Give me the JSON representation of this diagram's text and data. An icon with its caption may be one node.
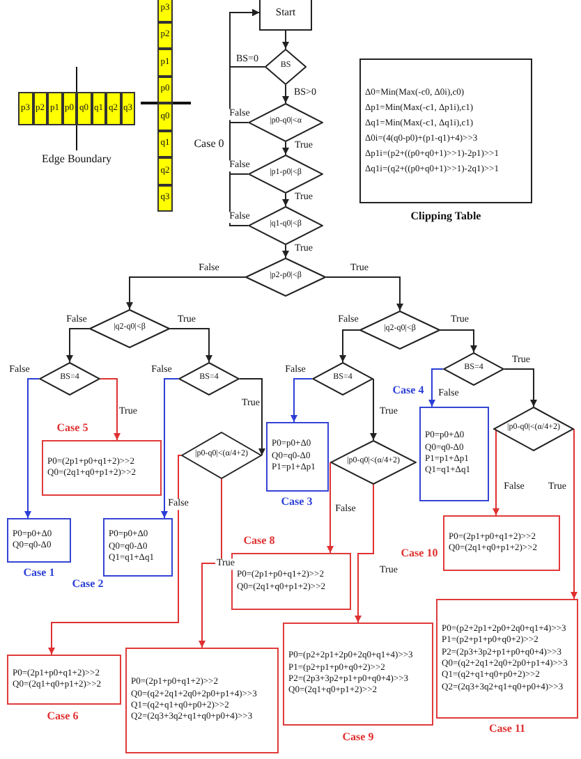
{
  "diagram": {
    "nodes": [
      {
        "text": [
          "p3"
        ]
      },
      {
        "text": [
          "p2"
        ]
      },
      {
        "text": [
          "p1"
        ]
      },
      {
        "text": [
          "p0"
        ]
      },
      {
        "text": [
          "q0"
        ]
      },
      {
        "text": [
          "q1"
        ]
      },
      {
        "text": [
          "q2"
        ]
      },
      {
        "text": [
          "q3"
        ]
      },
      {
        "text": [
          "p3"
        ]
      },
      {
        "text": [
          "p2"
        ]
      },
      {
        "text": [
          "p1"
        ]
      },
      {
        "text": [
          "p0"
        ]
      },
      {
        "text": [
          "q0"
        ]
      },
      {
        "text": [
          "q1"
        ]
      },
      {
        "text": [
          "q2"
        ]
      },
      {
        "text": [
          "q3"
        ]
      },
      {
        "text": [
          "Start"
        ]
      },
      {
        "text": [
          "BS"
        ]
      },
      {
        "text": [
          "|p0-q0|<α"
        ]
      },
      {
        "text": [
          "|p1-p0|<β"
        ]
      },
      {
        "text": [
          "|q1-q0|<β"
        ]
      },
      {
        "text": [
          "|p2-p0|<β"
        ]
      },
      {
        "text": [
          "|q2-q0|<β"
        ]
      },
      {
        "text": [
          "|q2-q0|<β"
        ]
      },
      {
        "text": [
          "BS=4"
        ]
      },
      {
        "text": [
          "BS=4"
        ]
      },
      {
        "text": [
          "BS=4"
        ]
      },
      {
        "text": [
          "BS=4"
        ]
      },
      {
        "text": [
          "Δ0=Min(Max(-c0, Δ0i),c0)",
          "Δp1=Min(Max(-c1, Δp1i),c1)",
          "Δq1=Min(Max(-c1, Δq1i),c1)",
          "Δ0i=(4(q0-p0)+(p1-q1)+4)>>3",
          "Δp1i=(p2+((p0+q0+1)>>1)-2p1)>>1",
          "Δq1i=(q2+((p0+q0+1)>>1)-2q1)>>1"
        ],
        "beside": [
          "Clipping Table"
        ]
      },
      {
        "text": [
          "P0=(2p1+p0+q1+2)>>2",
          "Q0=(2q1+q0+p1+2)>>2"
        ],
        "beside": [
          "Case 5"
        ]
      },
      {
        "text": [
          "|p0-q0|<(α/4+2)"
        ]
      },
      {
        "text": [
          "P0=p0+Δ0",
          "Q0=q0-Δ0",
          "P1=p1+Δp1"
        ],
        "beside": [
          "Case 3"
        ]
      },
      {
        "text": [
          "P0=p0+Δ0",
          "Q0=q0-Δ0",
          "P1=p1+Δp1",
          "Q1=q1+Δq1"
        ],
        "beside": [
          "Case 4"
        ]
      },
      {
        "text": [
          "|p0-q0|<(α/4+2)"
        ]
      },
      {
        "text": [
          "|p0-q0|<(α/4+2)"
        ]
      },
      {
        "text": [
          "P0=p0+Δ0",
          "Q0=q0-Δ0"
        ],
        "beside": [
          "Case 1"
        ]
      },
      {
        "text": [
          "P0=p0+Δ0",
          "Q0=q0-Δ0",
          "Q1=q1+Δq1"
        ],
        "beside": [
          "Case 2"
        ]
      },
      {
        "text": [
          "P0=(2p1+p0+q1+2)>>2",
          "Q0=(2q1+q0+p1+2)>>2"
        ],
        "beside": [
          "Case 10"
        ]
      },
      {
        "text": [
          "P0=(2p1+p0+q1+2)>>2",
          "Q0=(2q1+q0+p1+2)>>2"
        ],
        "beside": [
          "Case 8"
        ]
      },
      {
        "text": [
          "P0=(p2+2p1+2p0+2q0+q1+4)>>3",
          "P1=(p2+p1+p0+q0+2)>>2",
          "P2=(2p3+3p2+p1+p0+q0+4)>>3",
          "Q0=(q2+2q1+2q0+2p0+p1+4)>>3",
          "Q1=(q2+q1+q0+p0+2)>>2",
          "Q2=(2q3+3q2+q1+q0+p0+4)>>3"
        ],
        "beside": [
          "Case 11"
        ]
      },
      {
        "text": [
          "P0=(2p1+p0+q1+2)>>2",
          "Q0=(2q1+q0+p1+2)>>2"
        ],
        "beside": [
          "Case 6"
        ]
      },
      {
        "text": [
          "P0=(2p1+p0+q1+2)>>2",
          "Q0=(q2+2q1+2q0+2p0+p1+4)>>3",
          "Q1=(q2+q1+q0+p0+2)>>2",
          "Q2=(2q3+3q2+q1+q0+p0+4)>>3"
        ]
      },
      {
        "text": [
          "P0=(p2+2p1+2p0+2q0+q1+4)>>3",
          "P1=(p2+p1+p0+q0+2)>>2",
          "P2=(2p3+3p2+p1+p0+q0+4)>>3",
          "Q0=(2q1+q0+p1+2)>>2"
        ],
        "beside": [
          "Case 9"
        ]
      }
    ],
    "edges": [
      {
        "from": 16,
        "to": 17,
        "arrow": "to"
      },
      {
        "from": 17,
        "to": 16,
        "arrow": "to",
        "label": "BS=0"
      },
      {
        "from": 17,
        "to": 18,
        "arrow": "to",
        "label": "BS>0"
      },
      {
        "from": 18,
        "to": 16,
        "arrow": "to",
        "label": "False"
      },
      {
        "from": 18,
        "to": 19,
        "arrow": "to",
        "label": "True"
      },
      {
        "from": 19,
        "to": 16,
        "arrow": "to",
        "label": "False"
      },
      {
        "from": 19,
        "to": 20,
        "arrow": "to",
        "label": "True"
      },
      {
        "from": 20,
        "to": 16,
        "arrow": "to",
        "label": "False"
      },
      {
        "from": 20,
        "to": 21,
        "arrow": "to",
        "label": "True"
      },
      {
        "from": 21,
        "to": 22,
        "arrow": "to",
        "label": "False"
      },
      {
        "from": 21,
        "to": 23,
        "arrow": "to",
        "label": "True"
      },
      {
        "from": 22,
        "to": 24,
        "arrow": "to",
        "label": "False"
      },
      {
        "from": 22,
        "to": 25,
        "arrow": "to",
        "label": "True"
      },
      {
        "from": 24,
        "to": 35,
        "arrow": "to",
        "label": "False",
        "color": "#2b3fd6"
      },
      {
        "from": 24,
        "to": 29,
        "arrow": "to",
        "label": "True",
        "color": "#e03030"
      },
      {
        "from": 25,
        "to": 36,
        "arrow": "to",
        "label": "False",
        "color": "#2b3fd6"
      },
      {
        "from": 25,
        "to": 30,
        "arrow": "to",
        "label": "True"
      },
      {
        "from": 30,
        "to": 40,
        "arrow": "to",
        "label": "False",
        "color": "#e03030"
      },
      {
        "from": 30,
        "to": 41,
        "arrow": "to",
        "label": "True",
        "color": "#e03030"
      },
      {
        "from": 23,
        "to": 26,
        "arrow": "to",
        "label": "False"
      },
      {
        "from": 23,
        "to": 27,
        "arrow": "to",
        "label": "True"
      },
      {
        "from": 26,
        "to": 31,
        "arrow": "to",
        "label": "False",
        "color": "#2b3fd6"
      },
      {
        "from": 26,
        "to": 33,
        "arrow": "to",
        "label": "True"
      },
      {
        "from": 33,
        "to": 38,
        "arrow": "to",
        "label": "False",
        "color": "#e03030"
      },
      {
        "from": 33,
        "to": 42,
        "arrow": "to",
        "label": "True",
        "color": "#e03030"
      },
      {
        "from": 27,
        "to": 32,
        "arrow": "to",
        "label": "False",
        "color": "#2b3fd6"
      },
      {
        "from": 27,
        "to": 34,
        "arrow": "to",
        "label": "True"
      },
      {
        "from": 34,
        "to": 37,
        "arrow": "to",
        "label": "False",
        "color": "#e03030"
      },
      {
        "from": 34,
        "to": 39,
        "arrow": "to",
        "label": "True",
        "color": "#e03030"
      }
    ],
    "labels": [
      "Edge Boundary",
      "Case 0"
    ]
  }
}
